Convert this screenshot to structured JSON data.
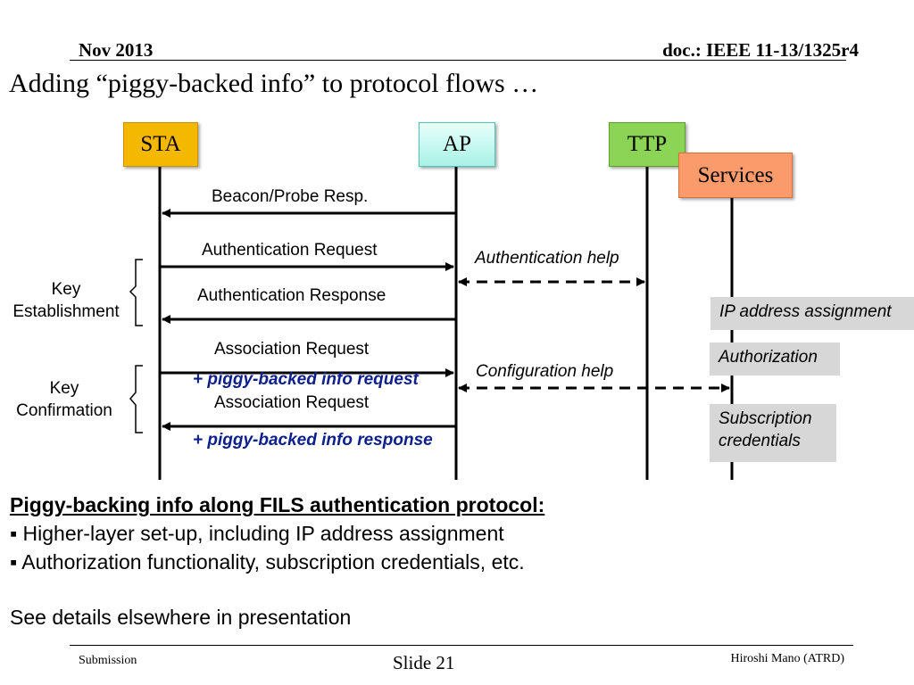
{
  "header": {
    "date": "Nov 2013",
    "doc": "doc.: IEEE 11-13/1325r4"
  },
  "title": "Adding “piggy-backed info” to protocol flows …",
  "entities": {
    "sta": "STA",
    "ap": "AP",
    "ttp": "TTP",
    "services": "Services"
  },
  "messages": {
    "beacon": "Beacon/Probe Resp.",
    "auth_request": "Authentication Request",
    "auth_response": "Authentication Response",
    "assoc_request": "Association Request",
    "assoc_response": "Association Request",
    "piggy_request": "+ piggy-backed info request",
    "piggy_response": "+ piggy-backed info response",
    "auth_help": "Authentication help",
    "config_help": "Configuration help"
  },
  "phases": {
    "key_establishment": [
      "Key",
      "Establishment"
    ],
    "key_confirmation": [
      "Key",
      "Confirmation"
    ]
  },
  "services_list": {
    "ip": "IP address assignment",
    "authorization": "Authorization",
    "subscription": [
      "Subscription",
      "credentials"
    ]
  },
  "body": {
    "heading": "Piggy-backing info along FILS authentication protocol:",
    "bullets": [
      "Higher-layer set-up, including IP address assignment",
      "Authorization functionality, subscription credentials, etc."
    ],
    "note": "See details elsewhere in presentation"
  },
  "footer": {
    "submission": "Submission",
    "slide": "Slide 21",
    "author": "Hiroshi Mano (ATRD)"
  }
}
